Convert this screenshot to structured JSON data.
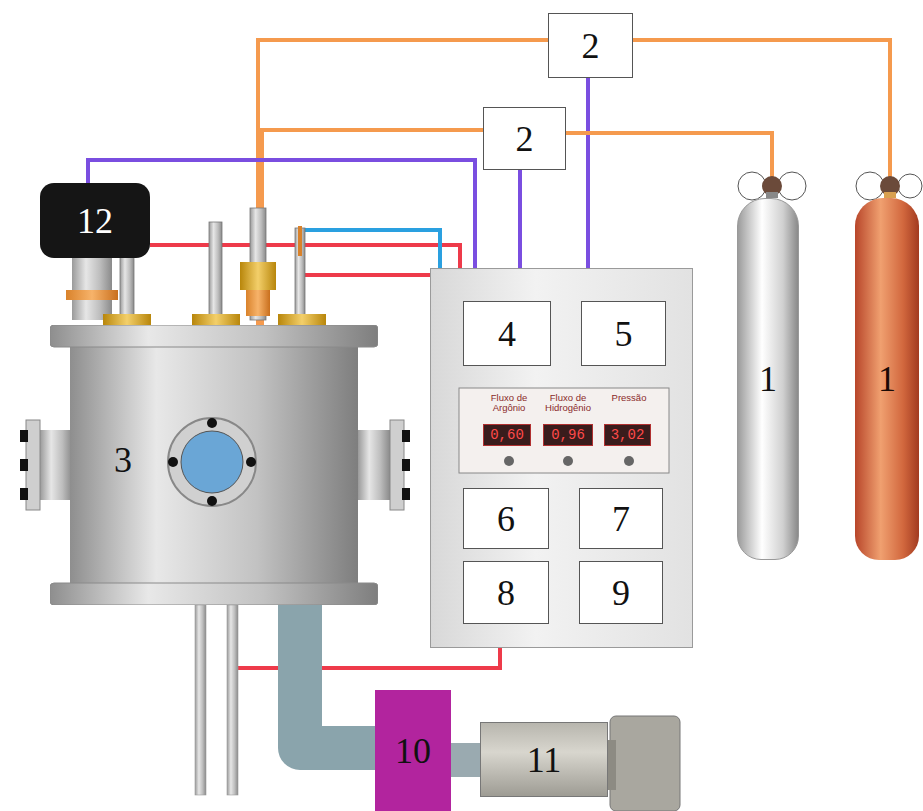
{
  "diagram": {
    "nodes": [
      {
        "text": [
          "2"
        ]
      },
      {
        "text": [
          "2"
        ]
      },
      {
        "text": [
          "12"
        ]
      },
      {
        "text": [
          "3"
        ]
      },
      {
        "text": [
          "Fluxo de Argônio",
          "Fluxo de Hidrogênio",
          "Pressão"
        ]
      },
      {
        "text": [
          "4"
        ],
        "in": 4
      },
      {
        "text": [
          "5"
        ],
        "in": 4
      },
      {
        "text": [
          "0,60"
        ],
        "in": 4
      },
      {
        "text": [
          "0,96"
        ],
        "in": 4
      },
      {
        "text": [
          "3,02"
        ],
        "in": 4
      },
      {
        "text": [
          "6"
        ],
        "in": 4
      },
      {
        "text": [
          "7"
        ],
        "in": 4
      },
      {
        "text": [
          "8"
        ],
        "in": 4
      },
      {
        "text": [
          "9"
        ],
        "in": 4
      },
      {
        "text": [
          "1"
        ]
      },
      {
        "text": [
          "1"
        ]
      },
      {
        "text": [
          "10"
        ]
      },
      {
        "text": [
          "11"
        ]
      }
    ],
    "edges": [
      {
        "from": 0,
        "to": 3,
        "arrow": "none"
      },
      {
        "from": 0,
        "to": 15,
        "arrow": "none"
      },
      {
        "from": 0,
        "to": 4,
        "arrow": "none"
      },
      {
        "from": 1,
        "to": 3,
        "arrow": "none"
      },
      {
        "from": 1,
        "to": 14,
        "arrow": "none"
      },
      {
        "from": 1,
        "to": 4,
        "arrow": "none"
      },
      {
        "from": 2,
        "to": 4,
        "arrow": "none"
      },
      {
        "from": 2,
        "to": 4,
        "arrow": "none"
      },
      {
        "from": 3,
        "to": 4,
        "arrow": "none"
      },
      {
        "from": 3,
        "to": 4,
        "arrow": "none"
      },
      {
        "from": 4,
        "to": 3,
        "arrow": "none"
      },
      {
        "from": 3,
        "to": 16,
        "arrow": "none"
      },
      {
        "from": 16,
        "to": 17,
        "arrow": "none"
      }
    ]
  }
}
